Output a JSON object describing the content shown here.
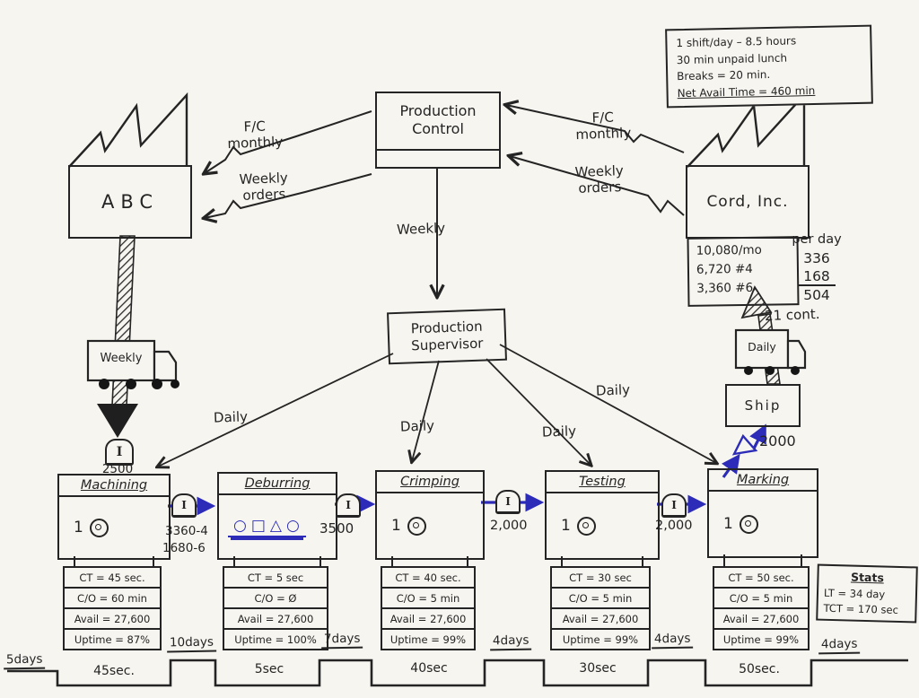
{
  "colors": {
    "ink": "#242424",
    "blue": "#2c2cb8",
    "paper": "#f7f5ef"
  },
  "note_box": {
    "line1": "1 shift/day – 8.5 hours",
    "line2": "30 min unpaid lunch",
    "line3": "Breaks = 20 min.",
    "line4": "Net Avail Time = 460 min"
  },
  "factories": {
    "customer": "ABC",
    "supplier": "Cord, Inc."
  },
  "production_control": {
    "line1": "Production",
    "line2": "Control"
  },
  "supervisor": {
    "line1": "Production",
    "line2": "Supervisor"
  },
  "info_labels": {
    "fc": "F/C",
    "monthly": "monthly",
    "weekly": "Weekly",
    "orders": "orders",
    "daily": "Daily"
  },
  "demand_box": {
    "line1": "10,080/mo",
    "line2": "6,720 #4",
    "line3": "3,360 #6"
  },
  "per_day": {
    "title": "per day",
    "v4": "336",
    "v6": "168",
    "total": "504",
    "note": "21 cont."
  },
  "ship": {
    "label": "Ship",
    "truck": "Daily",
    "inventory": "2000"
  },
  "inbound": {
    "truck": "Weekly",
    "inventory": "2500"
  },
  "inventory_symbol": "I",
  "processes": [
    {
      "name": "Machining",
      "operator": "1",
      "ct": "CT = 45 sec.",
      "co": "C/O = 60 min",
      "avail": "Avail = 27,600",
      "uptime": "Uptime = 87%"
    },
    {
      "name": "Deburring",
      "shapes": "○□△○",
      "ct": "CT = 5 sec",
      "co": "C/O = Ø",
      "avail": "Avail = 27,600",
      "uptime": "Uptime = 100%"
    },
    {
      "name": "Crimping",
      "operator": "1",
      "ct": "CT = 40 sec.",
      "co": "C/O = 5 min",
      "avail": "Avail = 27,600",
      "uptime": "Uptime = 99%"
    },
    {
      "name": "Testing",
      "operator": "1",
      "ct": "CT = 30 sec",
      "co": "C/O = 5 min",
      "avail": "Avail = 27,600",
      "uptime": "Uptime = 99%"
    },
    {
      "name": "Marking",
      "operator": "1",
      "ct": "CT = 50 sec.",
      "co": "C/O = 5 min",
      "avail": "Avail = 27,600",
      "uptime": "Uptime = 99%"
    }
  ],
  "wip": {
    "after_machining_a": "3360-4",
    "after_machining_b": "1680-6",
    "after_deburring": "3500",
    "after_crimping": "2,000",
    "after_testing": "2,000"
  },
  "stats": {
    "title": "Stats",
    "lt": "LT = 34 day",
    "tct": "TCT = 170 sec"
  },
  "timeline": {
    "labels": [
      "5days",
      "45sec.",
      "10days",
      "5sec",
      "7days",
      "40sec",
      "4days",
      "30sec",
      "4days",
      "50sec.",
      "4days"
    ]
  }
}
